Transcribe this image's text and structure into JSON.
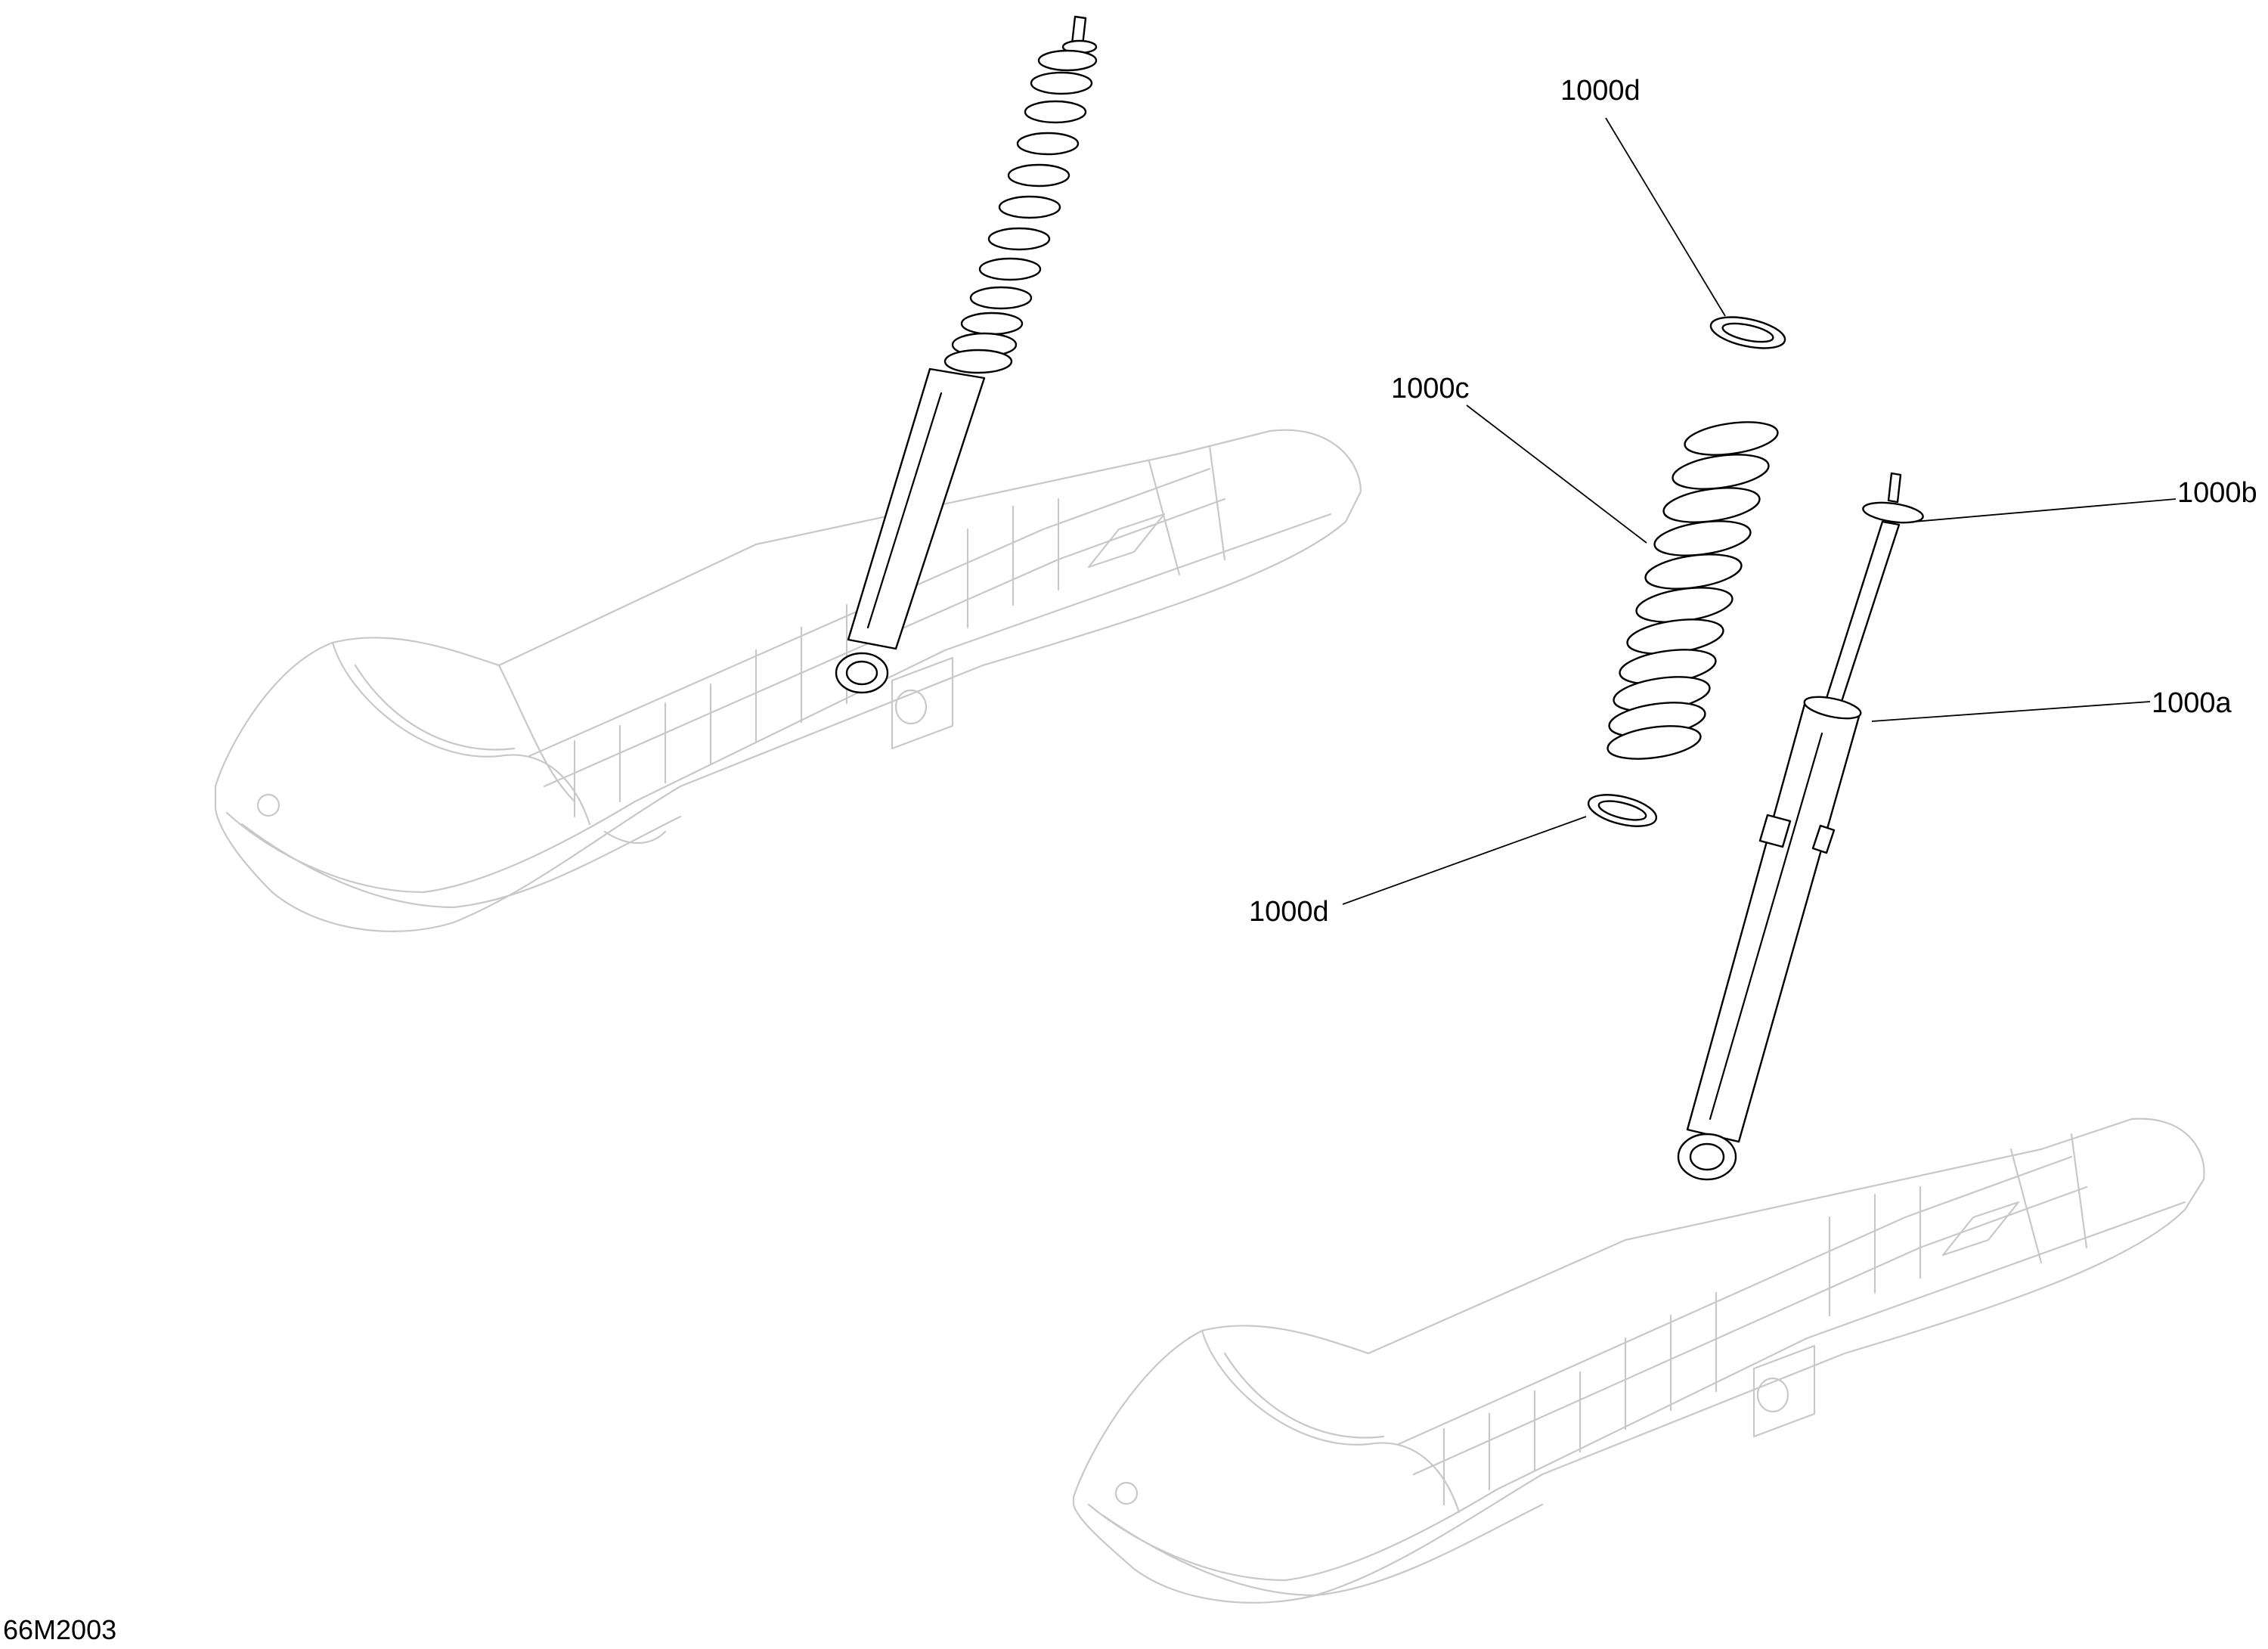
{
  "figure_ref": "66M2003",
  "callouts": [
    {
      "id": "d_top",
      "label": "1000d"
    },
    {
      "id": "c",
      "label": "1000c"
    },
    {
      "id": "b",
      "label": "1000b"
    },
    {
      "id": "a",
      "label": "1000a"
    },
    {
      "id": "d_bottom",
      "label": "1000d"
    }
  ],
  "parts": [
    {
      "ref": "1000a",
      "icon": "shock-absorber-icon"
    },
    {
      "ref": "1000b",
      "icon": "top-washer-icon"
    },
    {
      "ref": "1000c",
      "icon": "coil-spring-icon"
    },
    {
      "ref": "1000d",
      "icon": "spring-seat-ring-icon"
    }
  ],
  "colors": {
    "part_outline": "#000000",
    "context_outline": "#c8c8c8",
    "background": "#ffffff"
  }
}
